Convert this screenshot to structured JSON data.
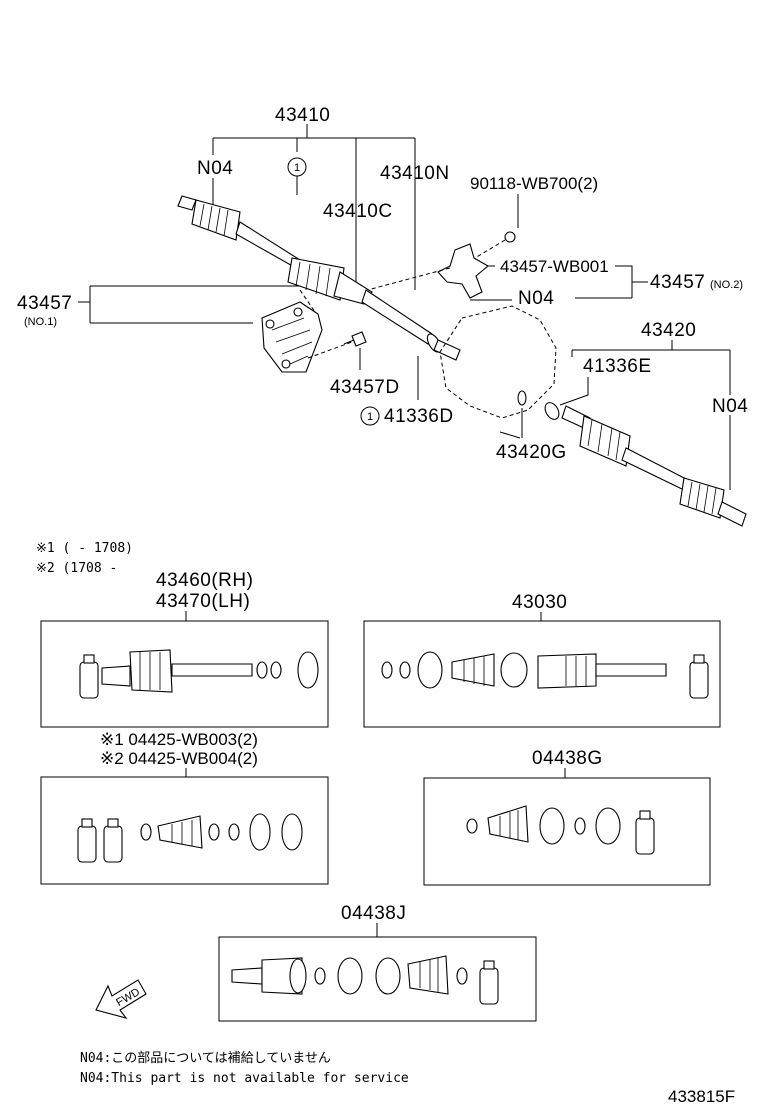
{
  "callouts": {
    "p43410": "43410",
    "n04_top": "N04",
    "circle1_top": "1",
    "p43410N": "43410N",
    "p43410C": "43410C",
    "p90118": "90118-WB700(2)",
    "p43457_wb001": "43457-WB001",
    "p43457_no2": "43457",
    "no2_label": "(NO.2)",
    "n04_mid": "N04",
    "p43457_no1": "43457",
    "no1_label": "(NO.1)",
    "p43457D": "43457D",
    "circle1_bottom": "1",
    "p41336D": "41336D",
    "p43420G": "43420G",
    "p43420": "43420",
    "p41336E": "41336E",
    "n04_right": "N04"
  },
  "footnotes": {
    "line1": "※1 (      - 1708)",
    "line2": "※2 (1708 -"
  },
  "kits": {
    "k43460": "43460(RH)",
    "k43470": "43470(LH)",
    "k43030": "43030",
    "k04425_1": "※1 04425-WB003(2)",
    "k04425_2": "※2 04425-WB004(2)",
    "k04438G": "04438G",
    "k04438J": "04438J"
  },
  "fwd": "FWD",
  "notes": {
    "jp": "N04:この部品については補給していません",
    "en": "N04:This part is not available for service"
  },
  "diagram_id": "433815F"
}
